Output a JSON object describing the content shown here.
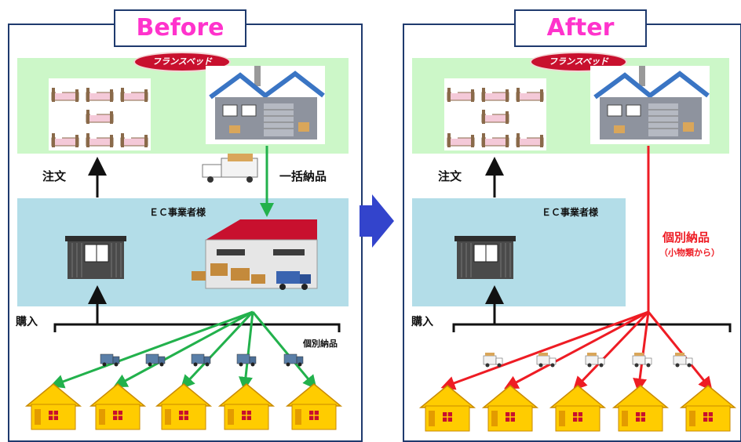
{
  "before": {
    "title": "Before",
    "brand": "フランスベッド",
    "order_label": "注文",
    "bulk_delivery_label": "一括納品",
    "ec_label": "ＥＣ事業者様",
    "purchase_label": "購入",
    "individual_delivery_label": "個別納品"
  },
  "after": {
    "title": "After",
    "brand": "フランスベッド",
    "order_label": "注文",
    "ec_label": "ＥＣ事業者様",
    "purchase_label": "購入",
    "individual_delivery_label": "個別納品",
    "individual_delivery_note": "（小物類から）"
  },
  "colors": {
    "frame_border": "#1f3a6e",
    "title_text": "#ff33cc",
    "green_zone": "#ccf7c8",
    "blue_zone": "#b3dde8",
    "green_arrow": "#22b14c",
    "red_arrow": "#ee1c24",
    "transition_arrow": "#3344cc",
    "house": "#ffcc00"
  }
}
